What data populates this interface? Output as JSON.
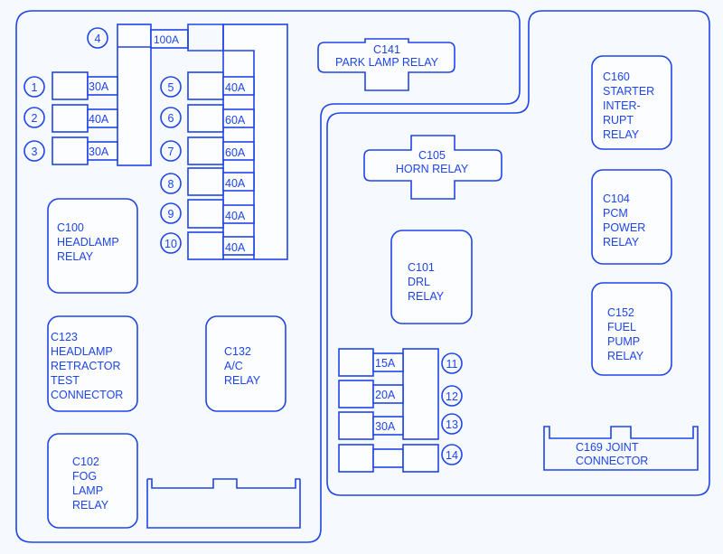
{
  "diagram": {
    "colors": {
      "line": "#1f45e6",
      "background": "#f6faff"
    },
    "fuse_numbers": [
      "1",
      "2",
      "3",
      "4",
      "5",
      "6",
      "7",
      "8",
      "9",
      "10",
      "11",
      "12",
      "13",
      "14"
    ],
    "fuse_ratings": {
      "f1": "30A",
      "f2": "40A",
      "f3": "30A",
      "f4": "100A",
      "f5": "40A",
      "f6": "60A",
      "f7": "60A",
      "f8": "40A",
      "f9": "40A",
      "f10": "40A",
      "f11": "15A",
      "f12": "20A",
      "f13": "30A"
    },
    "relays": {
      "c141": [
        "C141",
        "PARK LAMP  RELAY"
      ],
      "c105": [
        "C105",
        "HORN  RELAY"
      ],
      "c160": [
        "C160",
        "STARTER",
        "INTER-",
        "RUPT",
        "RELAY"
      ],
      "c104": [
        "C104",
        "PCM",
        "POWER",
        "RELAY"
      ],
      "c152": [
        "C152",
        "FUEL",
        "PUMP",
        "RELAY"
      ],
      "c101": [
        "C101",
        "DRL",
        "RELAY"
      ],
      "c100": [
        "C100",
        "HEADLAMP",
        "RELAY"
      ],
      "c123": [
        "C123",
        "HEADLAMP",
        "RETRACTOR",
        "TEST",
        "CONNECTOR"
      ],
      "c132": [
        "C132",
        "A/C",
        "RELAY"
      ],
      "c102": [
        "C102",
        "FOG",
        "LAMP",
        "RELAY"
      ],
      "c169": [
        "C169 JOINT",
        "CONNECTOR"
      ]
    }
  }
}
